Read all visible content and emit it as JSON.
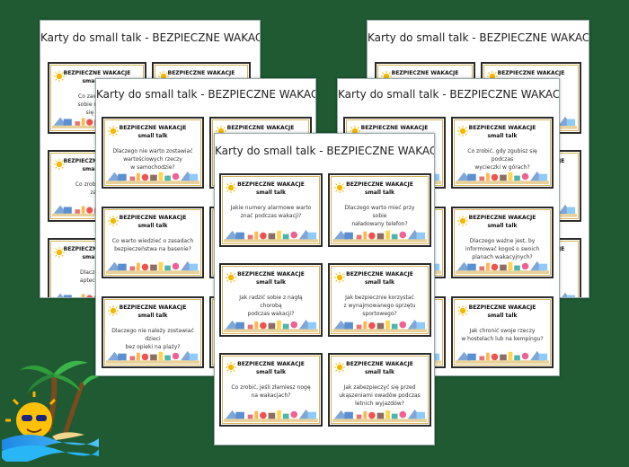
{
  "sheet_title": "Karty do small talk - BEZPIECZNE WAKACJE",
  "card_title": "BEZPIECZNE WAKACJE",
  "card_subtitle": "small talk",
  "icons": {
    "sun": "sun-icon",
    "strip": "beach-items-illustration",
    "logo": "palm-island-sun-logo"
  },
  "colors": {
    "background": "#1f5a32",
    "card_border": "#2b2b2b",
    "card_inner": "#d6b35a",
    "sun": "#f5b800"
  },
  "sheets": [
    {
      "cards": [
        {
          "q": "Co zawsze wa\nsobie na waka\nsię bezp"
        },
        {
          "q": ""
        },
        {
          "q": "Co zrobić, jeśli z\nza gr"
        },
        {
          "q": ""
        },
        {
          "q": "Dlaczego wa\napteczkę pie"
        },
        {
          "q": ""
        }
      ]
    },
    {
      "cards": [
        {
          "q": ""
        },
        {
          "q": ""
        },
        {
          "q": ""
        },
        {
          "q": ""
        },
        {
          "q": ""
        },
        {
          "q": ""
        }
      ]
    },
    {
      "cards": [
        {
          "q": "Dlaczego nie warto zostawiać\nwartościowych rzeczy\nw samochodzie?"
        },
        {
          "q": ""
        },
        {
          "q": "Co warto wiedzieć o zasadach\nbezpieczeństwa na basenie?"
        },
        {
          "q": ""
        },
        {
          "q": "Dlaczego nie należy zostawiać dzieci\nbez opieki na plaży?"
        },
        {
          "q": ""
        }
      ]
    },
    {
      "cards": [
        {
          "q": ""
        },
        {
          "q": "Co zrobić, gdy zgubisz się podczas\nwycieczki w górach?"
        },
        {
          "q": ""
        },
        {
          "q": "Dlaczego ważne jest, by\ninformować kogoś o swoich\nplanach wakacyjnych?"
        },
        {
          "q": ""
        },
        {
          "q": "Jak chronić swoje rzeczy\nw hostelach lub na kempingu?"
        }
      ]
    },
    {
      "cards": [
        {
          "q": "Jakie numery alarmowe warto\nznać podczas wakacji?"
        },
        {
          "q": "Dlaczego warto mieć przy sobie\nnaładowany telefon?"
        },
        {
          "q": "Jak radzić sobie z nagłą chorobą\npodczas wakacji?"
        },
        {
          "q": "Jak bezpiecznie korzystać\nz wynajmowanego sprzętu\nsportowego?"
        },
        {
          "q": "Co zrobić, jeśli złamiesz nogę\nna wakacjach?"
        },
        {
          "q": "Jak zabezpieczyć się przed\nukąszeniami owadów podczas\nletnich wyjazdów?"
        }
      ]
    }
  ]
}
